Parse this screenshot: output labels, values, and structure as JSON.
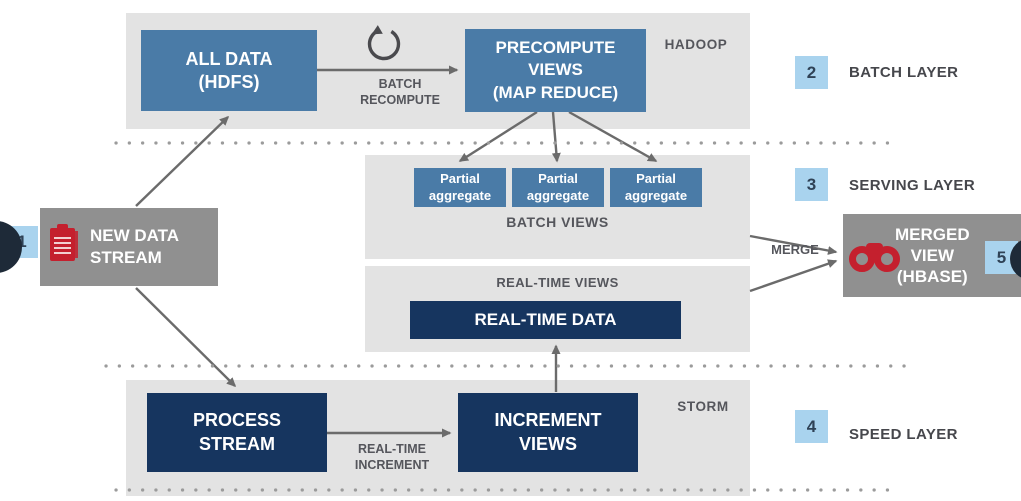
{
  "colors": {
    "panel": "#e3e3e3",
    "blue_box": "#4a7ba7",
    "navy_box": "#16355f",
    "gray_box": "#909090",
    "badge_bg": "#a9d3ee",
    "badge_text": "#2f4256",
    "accent_red": "#c4202e",
    "arrow": "#6b6b6b",
    "label_text": "#55565c"
  },
  "batch": {
    "all_data_label": "ALL DATA\n(HDFS)",
    "recompute_label": "BATCH\nRECOMPUTE",
    "precompute_label": "PRECOMPUTE\nVIEWS\n(MAP REDUCE)",
    "panel_label": "HADOOP",
    "badge": "2",
    "layer_label": "BATCH LAYER"
  },
  "serving": {
    "partials": [
      "Partial\naggregate",
      "Partial\naggregate",
      "Partial\naggregate"
    ],
    "batch_views_label": "BATCH VIEWS",
    "badge": "3",
    "layer_label": "SERVING LAYER"
  },
  "stream": {
    "badge": "1",
    "label": "NEW DATA\nSTREAM"
  },
  "merged": {
    "merge_label": "MERGE",
    "label": "MERGED\nVIEW\n(HBASE)",
    "badge": "5"
  },
  "realtime": {
    "views_label": "REAL-TIME VIEWS",
    "data_label": "REAL-TIME DATA"
  },
  "speed": {
    "process_label": "PROCESS\nSTREAM",
    "increment_arrow_label": "REAL-TIME\nINCREMENT",
    "increment_views_label": "INCREMENT\nVIEWS",
    "panel_label": "STORM",
    "badge": "4",
    "layer_label": "SPEED LAYER"
  }
}
